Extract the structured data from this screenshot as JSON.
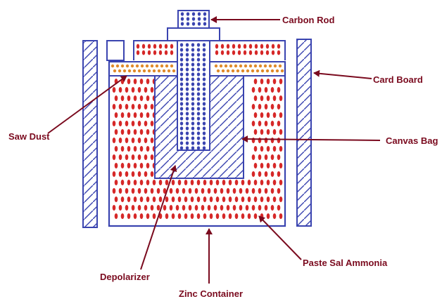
{
  "labels": {
    "carbon_rod": "Carbon Rod",
    "card_board": "Card Board",
    "saw_dust": "Saw Dust",
    "canvas_bag": "Canvas Bag",
    "depolarizer": "Depolarizer",
    "paste_sal_ammonia": "Paste Sal Ammonia",
    "zinc_container": "Zinc Container"
  },
  "colors": {
    "outline": "#3a44b0",
    "carbon_dots": "#3a44b0",
    "paste_dots": "#d62828",
    "saw_dust_dots": "#e08a2a",
    "arrows_and_labels": "#7a0a1e",
    "background": "#ffffff"
  }
}
